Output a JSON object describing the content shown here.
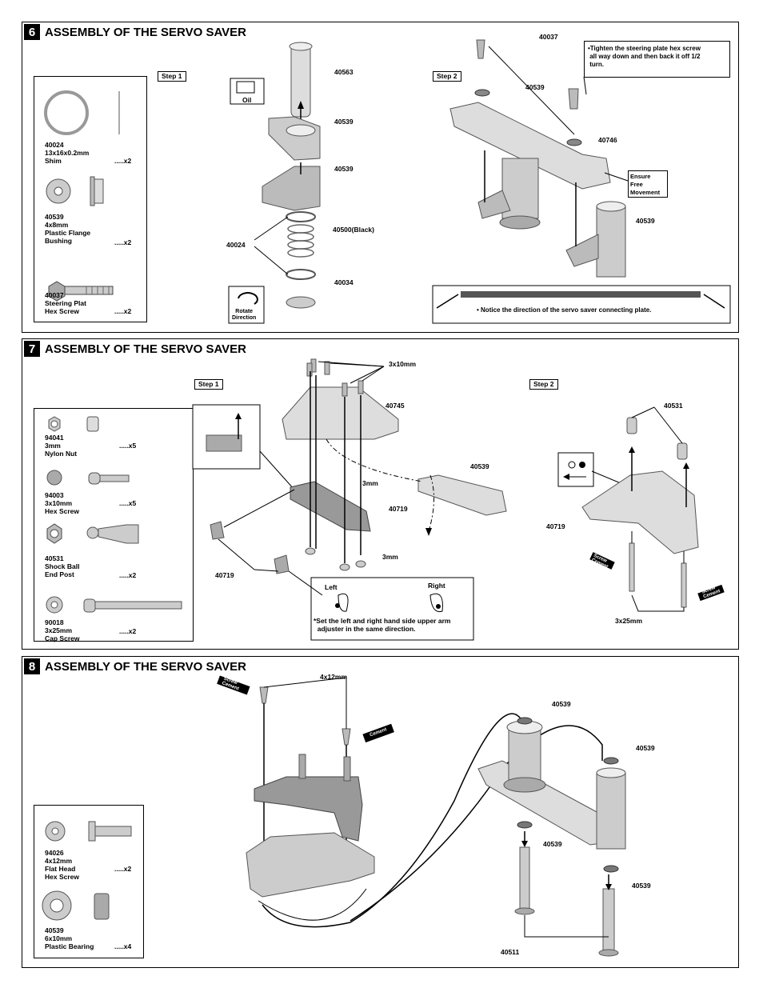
{
  "sections": [
    {
      "number": "6",
      "title": "ASSEMBLY OF THE SERVO SAVER"
    },
    {
      "number": "7",
      "title": "ASSEMBLY OF THE SERVO SAVER"
    },
    {
      "number": "8",
      "title": "ASSEMBLY OF THE SERVO SAVER"
    }
  ],
  "s6": {
    "parts": [
      {
        "num": "40024",
        "desc": "13x16x0.2mm\nShim",
        "qty": ".....x2"
      },
      {
        "num": "40539",
        "desc": "4x8mm\nPlastic Flange\nBushing",
        "qty": ".....x2"
      },
      {
        "num": "40037",
        "desc": "Steering Plat\nHex Screw",
        "qty": ".....x2"
      }
    ],
    "step1": "Step 1",
    "step2": "Step 2",
    "oil": "Oil",
    "rotate": "Rotate\nDirection",
    "labels": {
      "l40563": "40563",
      "l40539a": "40539",
      "l40539b": "40539",
      "l40500": "40500(Black)",
      "l40024": "40024",
      "l40034": "40034",
      "l40037": "40037",
      "l40539c": "40539",
      "l40746": "40746",
      "l40539d": "40539",
      "ensure": "Ensure\nFree\nMovement"
    },
    "tighten": "•Tighten the steering plate hex screw\n all way down and then back it off 1/2\n turn.",
    "notice": "• Notice the direction of the servo saver connecting plate."
  },
  "s7": {
    "parts": [
      {
        "num": "94041",
        "desc": "3mm\nNylon Nut",
        "qty": ".....x5"
      },
      {
        "num": "94003",
        "desc": "3x10mm\nHex Screw",
        "qty": ".....x5"
      },
      {
        "num": "40531",
        "desc": "Shock Ball\nEnd Post",
        "qty": ".....x2"
      },
      {
        "num": "90018",
        "desc": "3x25mm\nCap Screw",
        "qty": ".....x2"
      }
    ],
    "step1": "Step 1",
    "step2": "Step 2",
    "labels": {
      "l3x10": "3x10mm",
      "l40745": "40745",
      "l3mma": "3mm",
      "l40539": "40539",
      "l40719a": "40719",
      "l3mmb": "3mm",
      "l40719b": "40719",
      "l40531": "40531",
      "l40719c": "40719",
      "l3x25": "3x25mm",
      "cementa": "Screw\nCement",
      "cementb": "Screw\nCement"
    },
    "left": "Left",
    "right": "Right",
    "setnote": "*Set the left and right hand side upper arm\n  adjuster in the same direction."
  },
  "s8": {
    "parts": [
      {
        "num": "94026",
        "desc": "4x12mm\nFlat Head\nHex Screw",
        "qty": ".....x2"
      },
      {
        "num": "40539",
        "desc": "6x10mm\nPlastic Bearing",
        "qty": ".....x4"
      }
    ],
    "labels": {
      "l4x12": "4x12mm",
      "l40539a": "40539",
      "l40539b": "40539",
      "l40539c": "40539",
      "l40539d": "40539",
      "l40511": "40511",
      "cementa": "Screw\nCement",
      "cementb": "Screw\nCement"
    }
  }
}
